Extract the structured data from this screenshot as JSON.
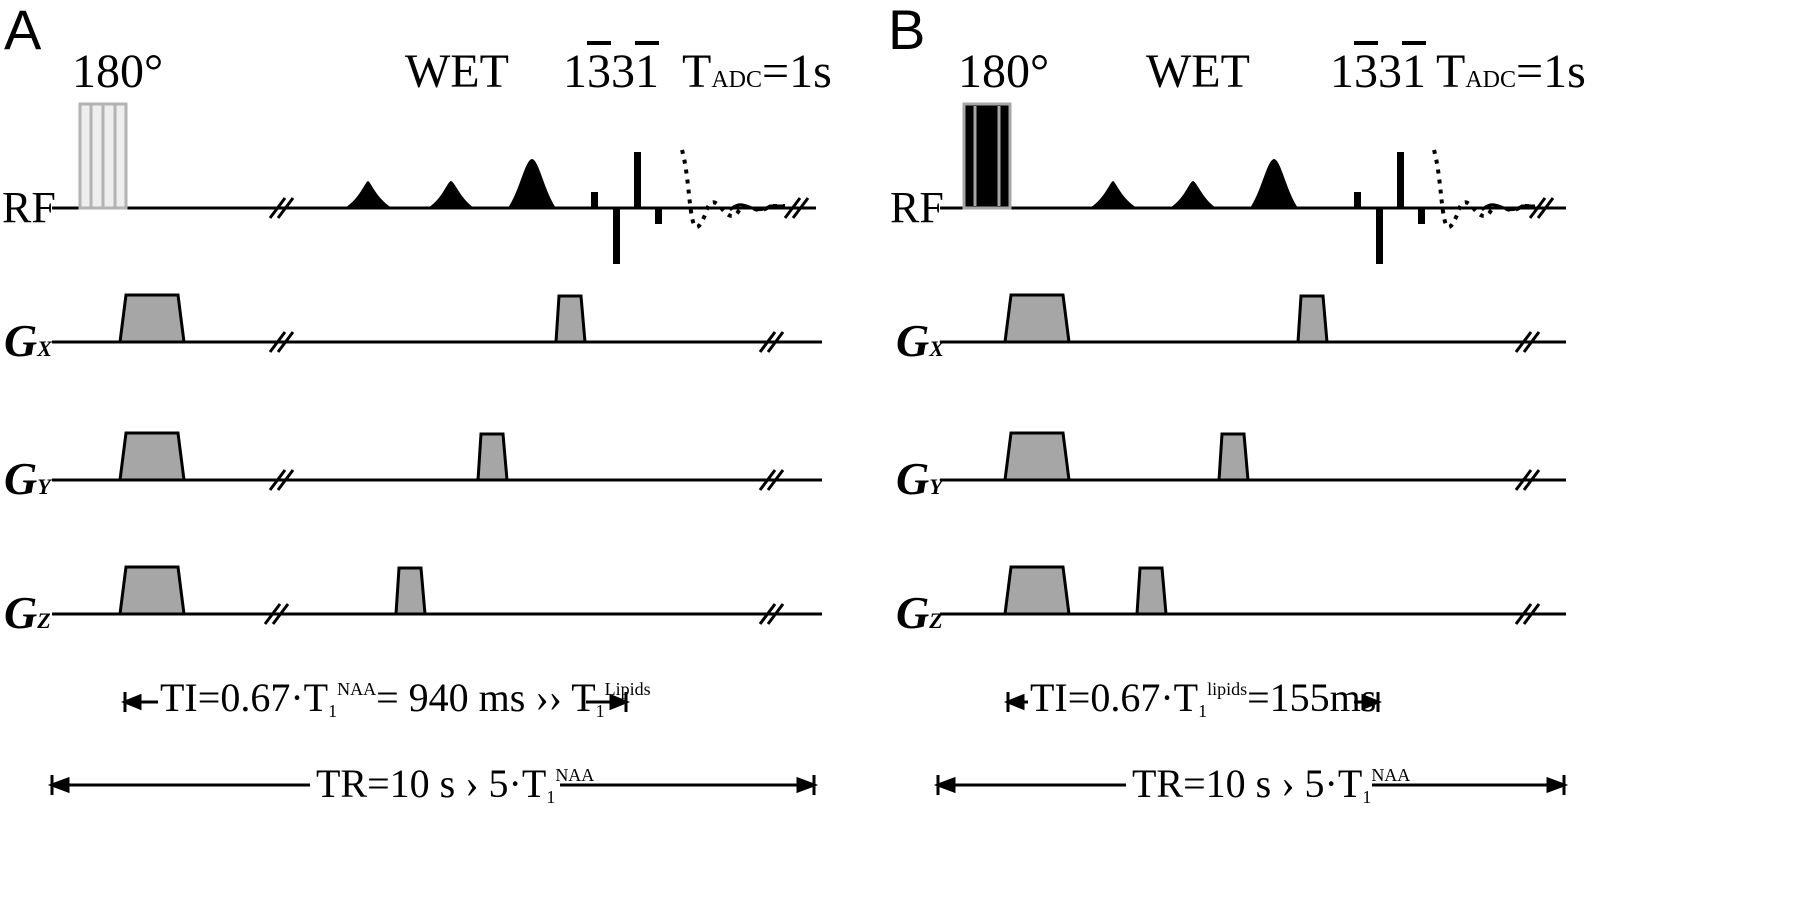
{
  "panels": [
    {
      "label": "A",
      "inversion_pulse_label": "180°",
      "wet_label": "WET",
      "binomial_label": {
        "d1": "1",
        "d2": "3",
        "d3": "3",
        "d4": "1"
      },
      "adc_label": {
        "prefix": "T",
        "sub": "ADC",
        "suffix": "=1s"
      },
      "inversion_pulse_style": "light",
      "channels": [
        "RF",
        "G",
        "G",
        "G"
      ],
      "gradient_subscripts": [
        "X",
        "Y",
        "Z"
      ],
      "ti_annotation": {
        "text_a": "TI=0.67·T",
        "sub_a": "1",
        "sup_a": "NAA",
        "text_b": "= 940 ms ›› T",
        "sub_b": "1",
        "sup_b": "Lipids"
      },
      "tr_annotation": {
        "text": "TR=10 s › 5·T",
        "sub": "1",
        "sup": "NAA"
      }
    },
    {
      "label": "B",
      "inversion_pulse_label": "180°",
      "wet_label": "WET",
      "binomial_label": {
        "d1": "1",
        "d2": "3",
        "d3": "3",
        "d4": "1"
      },
      "adc_label": {
        "prefix": "T",
        "sub": "ADC",
        "suffix": "=1s"
      },
      "inversion_pulse_style": "dark",
      "channels": [
        "RF",
        "G",
        "G",
        "G"
      ],
      "gradient_subscripts": [
        "X",
        "Y",
        "Z"
      ],
      "ti_annotation": {
        "text_a": "TI=0.67·T",
        "sub_a": "1",
        "sup_a": "lipids",
        "text_b": "=155ms",
        "sub_b": "",
        "sup_b": ""
      },
      "tr_annotation": {
        "text": "TR=10 s › 5·T",
        "sub": "1",
        "sup": "NAA"
      }
    }
  ],
  "colors": {
    "line": "#000000",
    "gradient_fill": "#a6a6a6",
    "pulse_fill": "#000000",
    "light_pulse_stroke": "#b3b3b3",
    "light_pulse_fill": "#eeeeee"
  }
}
